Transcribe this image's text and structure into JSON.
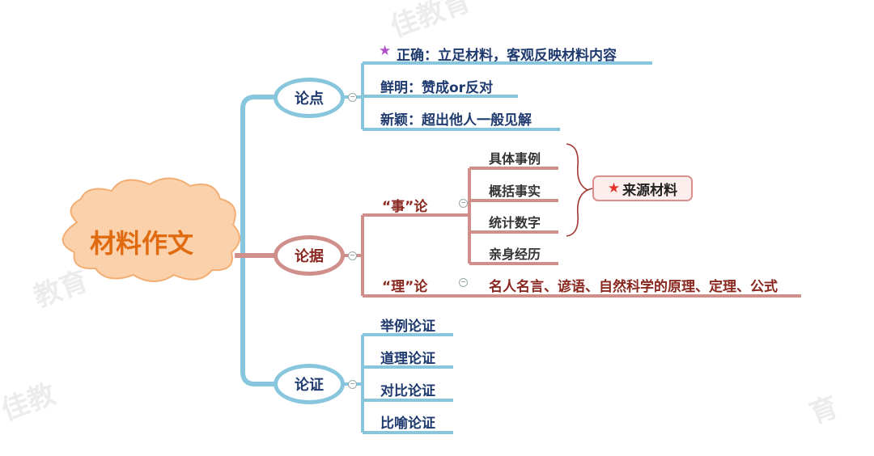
{
  "root": {
    "label": "材料作文"
  },
  "branches": {
    "lundian": {
      "label": "论点",
      "items": [
        "正确：立足材料，客观反映材料内容",
        "鲜明：赞成or反对",
        "新颖：超出他人一般见解"
      ]
    },
    "lunju": {
      "label": "论据",
      "shi": {
        "label": "“事”论",
        "items": [
          "具体事例",
          "概括事实",
          "统计数字",
          "亲身经历"
        ],
        "source": "来源材料"
      },
      "li": {
        "label": "“理”论",
        "text": "名人名言、谚语、自然科学的原理、定理、公式"
      }
    },
    "lunzheng": {
      "label": "论证",
      "items": [
        "举例论证",
        "道理论证",
        "对比论证",
        "比喻论证"
      ]
    }
  },
  "icons": {
    "star": "star-icon",
    "collapse": "collapse-icon"
  },
  "colors": {
    "blue_line": "#87c6dc",
    "red_line": "#cf8f8b",
    "root_fill": "#fbd1ab",
    "star_purple": "#b052c8",
    "star_red": "#e0332b"
  }
}
